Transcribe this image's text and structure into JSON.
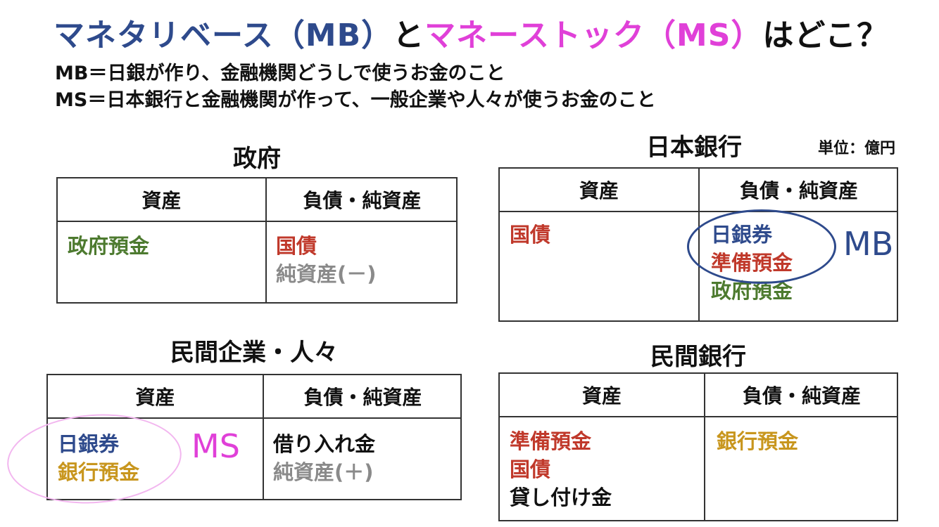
{
  "title": {
    "part1": "マネタリベース（MB）",
    "part2": "と",
    "part3": "マネーストック（MS）",
    "part4": "はどこ？",
    "colors": {
      "mb": "#2e4a8c",
      "ms": "#d13ed0",
      "text": "#111111"
    }
  },
  "subtitle": {
    "line1": "MB＝日銀が作り、金融機関どうしで使うお金のこと",
    "line2": "MS＝日本銀行と金融機関が作って、一般企業や人々が使うお金のこと"
  },
  "unit_label": "単位：億円",
  "tables": {
    "government": {
      "heading": "政府",
      "header_assets": "資産",
      "header_liabilities": "負債・純資産",
      "assets": [
        {
          "text": "政府預金",
          "color": "green"
        }
      ],
      "liabilities": [
        {
          "text": "国債",
          "color": "red"
        },
        {
          "text": "純資産(－)",
          "color": "gray"
        }
      ]
    },
    "boj": {
      "heading": "日本銀行",
      "header_assets": "資産",
      "header_liabilities": "負債・純資産",
      "assets": [
        {
          "text": "国債",
          "color": "red"
        }
      ],
      "liabilities": [
        {
          "text": "日銀券",
          "color": "blue"
        },
        {
          "text": "準備預金",
          "color": "red"
        },
        {
          "text": "政府預金",
          "color": "green"
        }
      ],
      "annotation": "MB"
    },
    "private": {
      "heading": "民間企業・人々",
      "header_assets": "資産",
      "header_liabilities": "負債・純資産",
      "assets": [
        {
          "text": "日銀券",
          "color": "blue"
        },
        {
          "text": "銀行預金",
          "color": "gold"
        }
      ],
      "liabilities": [
        {
          "text": "借り入れ金",
          "color": "black"
        },
        {
          "text": "純資産(＋)",
          "color": "gray"
        }
      ],
      "annotation": "MS"
    },
    "banks": {
      "heading": "民間銀行",
      "header_assets": "資産",
      "header_liabilities": "負債・純資産",
      "assets": [
        {
          "text": "準備預金",
          "color": "red"
        },
        {
          "text": "国債",
          "color": "red"
        },
        {
          "text": "貸し付け金",
          "color": "black"
        }
      ],
      "liabilities": [
        {
          "text": "銀行預金",
          "color": "gold"
        }
      ]
    }
  },
  "item_colors": {
    "blue": "#2e4a8c",
    "red": "#c0392b",
    "green": "#4d7a2f",
    "gold": "#c8961e",
    "gray": "#8a8a8a",
    "black": "#111111"
  }
}
